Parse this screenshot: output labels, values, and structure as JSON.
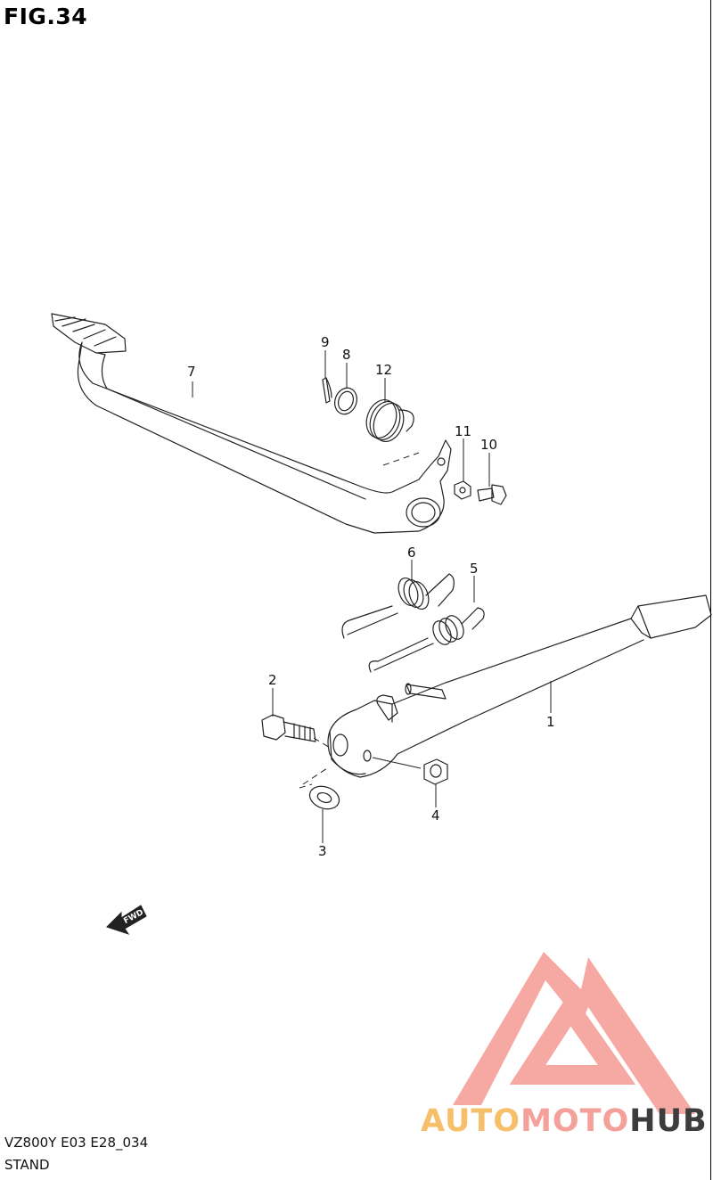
{
  "figure": {
    "title": "FIG.34"
  },
  "callouts": [
    {
      "num": "1"
    },
    {
      "num": "2"
    },
    {
      "num": "3"
    },
    {
      "num": "4"
    },
    {
      "num": "5"
    },
    {
      "num": "6"
    },
    {
      "num": "7"
    },
    {
      "num": "8"
    },
    {
      "num": "9"
    },
    {
      "num": "10"
    },
    {
      "num": "11"
    },
    {
      "num": "12"
    }
  ],
  "fwd_label": "FWD",
  "footer": {
    "code": "VZ800Y E03 E28_034",
    "section": "STAND"
  },
  "watermark": {
    "part1": "AUTO",
    "part2": "MOTO",
    "part3": "HUB",
    "color1": "#f6c06a",
    "color2": "#f4a19b",
    "color3": "#3d3d3d",
    "logo_color": "#f6a09a"
  }
}
